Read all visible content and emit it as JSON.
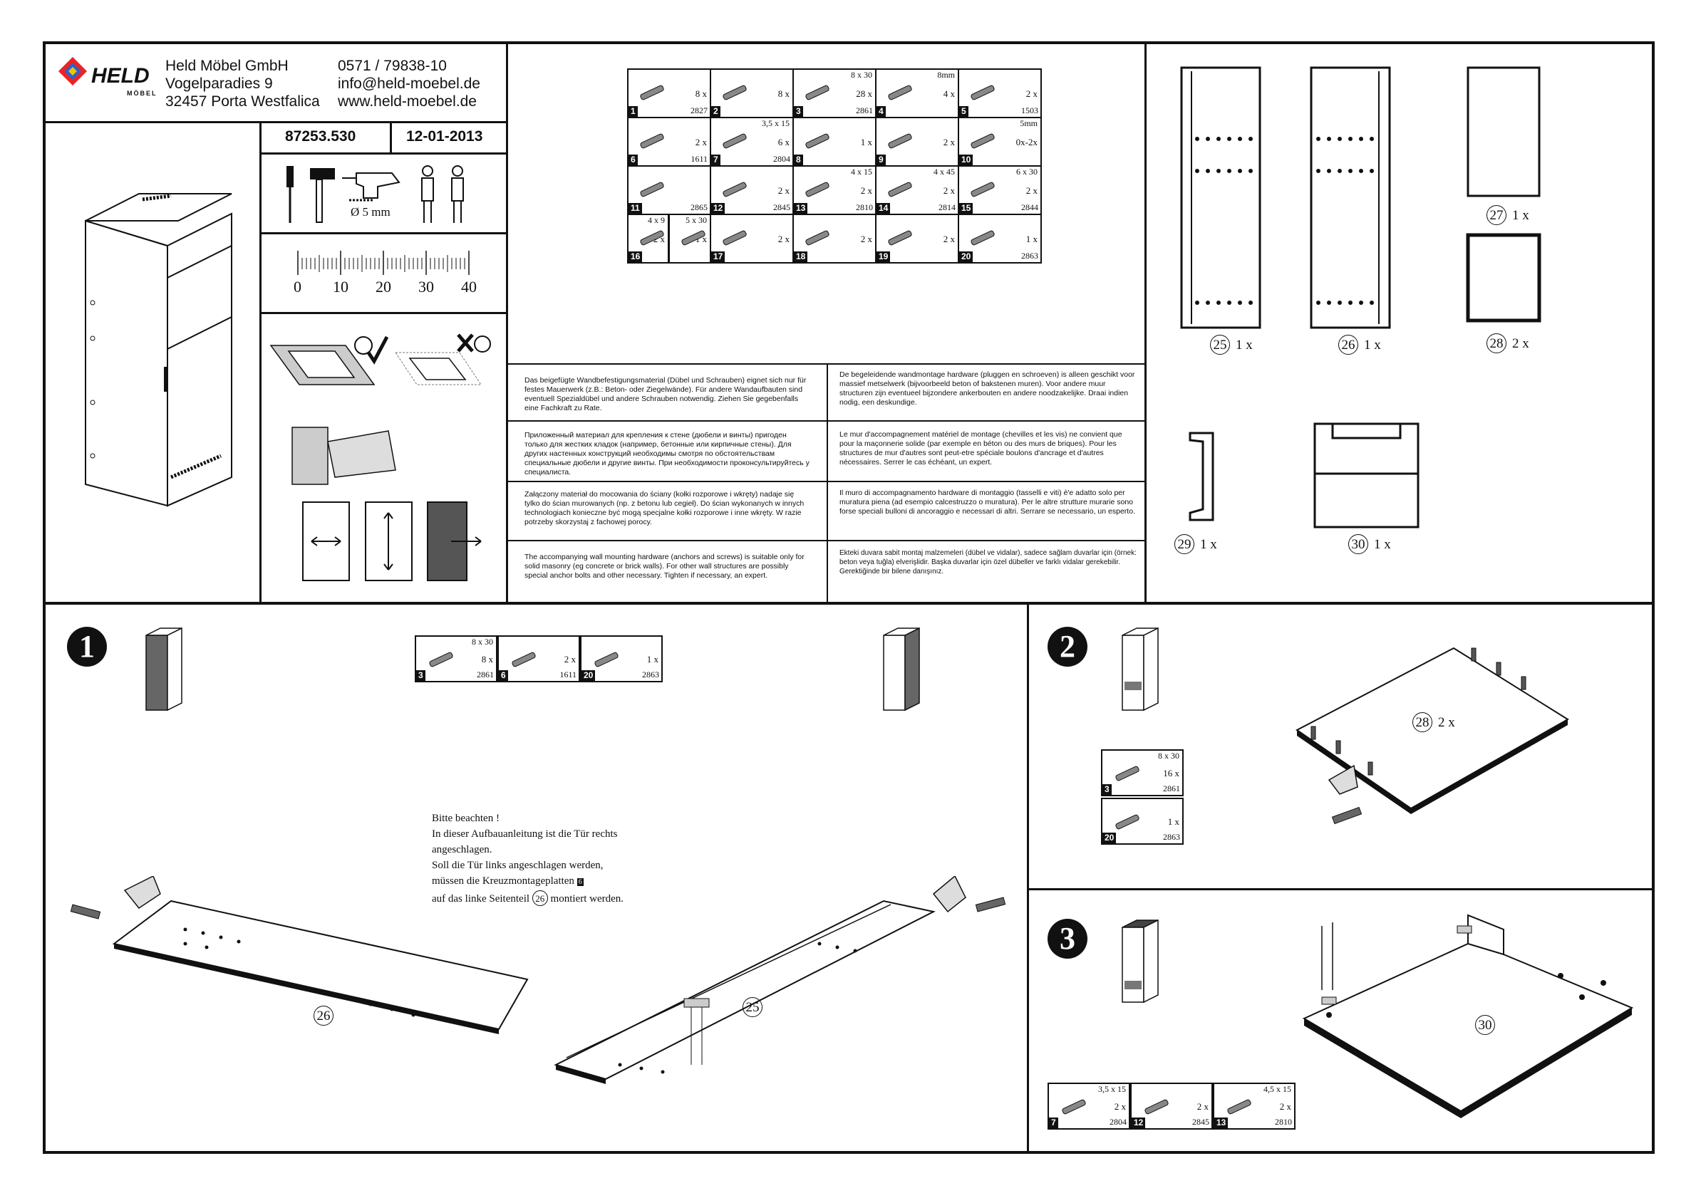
{
  "company": {
    "name": "Held Möbel GmbH",
    "street": "Vogelparadies 9",
    "city": "32457 Porta Westfalica",
    "phone": "0571 / 79838-10",
    "email": "info@held-moebel.de",
    "web": "www.held-moebel.de",
    "logo_text": "HELD",
    "logo_sub": "MÖBEL"
  },
  "header": {
    "article": "87253.530",
    "date": "12-01-2013"
  },
  "tools": {
    "drill_size": "Ø 5 mm"
  },
  "ruler": {
    "labels": [
      "0",
      "10",
      "20",
      "30",
      "40"
    ]
  },
  "parts": [
    {
      "num": "1",
      "qty": "8 x",
      "code": "2827",
      "size": ""
    },
    {
      "num": "2",
      "qty": "8 x",
      "code": "",
      "size": ""
    },
    {
      "num": "3",
      "qty": "28 x",
      "code": "2861",
      "size": "8 x 30"
    },
    {
      "num": "4",
      "qty": "4 x",
      "code": "",
      "size": "8mm"
    },
    {
      "num": "5",
      "qty": "2 x",
      "code": "1503",
      "size": ""
    },
    {
      "num": "6",
      "qty": "2 x",
      "code": "1611",
      "size": ""
    },
    {
      "num": "7",
      "qty": "6 x",
      "code": "2804",
      "size": "3,5 x 15"
    },
    {
      "num": "8",
      "qty": "1 x",
      "code": "",
      "size": ""
    },
    {
      "num": "9",
      "qty": "2 x",
      "code": "",
      "size": ""
    },
    {
      "num": "10",
      "qty": "0x-2x",
      "code": "",
      "size": "5mm"
    },
    {
      "num": "11",
      "qty": "",
      "code": "2865",
      "size": ""
    },
    {
      "num": "12",
      "qty": "2 x",
      "code": "2845",
      "size": ""
    },
    {
      "num": "13",
      "qty": "2 x",
      "code": "2810",
      "size": "4 x 15"
    },
    {
      "num": "14",
      "qty": "2 x",
      "code": "2814",
      "size": "4 x 45"
    },
    {
      "num": "15",
      "qty": "2 x",
      "code": "2844",
      "size": "6 x 30"
    },
    {
      "num": "16",
      "qty": "2 x",
      "code": "",
      "size": "4 x 9"
    },
    {
      "num": "16b",
      "qty": "1 x",
      "code": "",
      "size": "5 x 30"
    },
    {
      "num": "17",
      "qty": "2 x",
      "code": "",
      "size": ""
    },
    {
      "num": "18",
      "qty": "2 x",
      "code": "",
      "size": ""
    },
    {
      "num": "19",
      "qty": "2 x",
      "code": "",
      "size": ""
    },
    {
      "num": "20",
      "qty": "1 x",
      "code": "2863",
      "size": ""
    }
  ],
  "notices": {
    "de": "Das beigefügte Wandbefestigungsmaterial (Dübel und Schrauben) eignet sich nur für festes Mauerwerk (z.B.: Beton- oder Ziegelwände). Für andere Wandaufbauten sind eventuell Spezialdübel und andere Schrauben notwendig. Ziehen Sie gegebenfalls eine Fachkraft zu Rate.",
    "nl": "De begeleidende wandmontage hardware (pluggen en schroeven) is alleen geschikt voor massief metselwerk (bijvoorbeeld beton of bakstenen muren). Voor andere muur structuren zijn eventueel bijzondere ankerbouten en andere noodzakelijke. Draai indien nodig, een deskundige.",
    "ru": "Приложенный материал для крепления к стене (дюбели и винты) пригоден только для жестких кладок (например, бетонные или кирпичные стены). Для других настенных конструкций необходимы смотря по обстоятельствам специальные дюбели и другие винты. При необходимости проконсультируйтесь у специалиста.",
    "fr": "Le mur d'accompagnement matériel de montage (chevilles et les vis) ne convient que pour la maçonnerie solide (par exemple en béton ou des murs de briques). Pour les structures de mur d'autres sont peut-etre spéciale boulons d'ancrage et d'autres nécessaires. Serrer le cas échéant, un expert.",
    "pl": "Załączony materiał do mocowania do ściany (kołki rozporowe i wkręty) nadaje się tylko do ścian murowanych (np. z betonu lub cegieł). Do ścian wykonanych w innych technologiach konieczne być mogą specjalne kołki rozporowe i inne wkręty. W razie potrzeby skorzystaj z fachowej porocy.",
    "it": "Il muro di accompagnamento hardware di montaggio (tasselli e viti) è'e adatto solo per muratura piena (ad esempio calcestruzzo o muratura). Per le altre strutture murarie sono forse speciali bulloni di ancoraggio e necessari di altri. Serrare se necessario, un esperto.",
    "en": "The accompanying wall mounting hardware (anchors and screws) is suitable only for solid masonry (eg concrete or brick walls). For other wall structures are possibly special anchor bolts and other necessary. Tighten if necessary, an expert.",
    "tr": "Ekteki duvara sabit montaj malzemeleri (dübel ve vidalar), sadece sağlam duvarlar için (örnek: beton veya tuğla) elverişlidir. Başka duvarlar için özel dübeller ve farklı vidalar gerekebilir. Gerektiğinde bir bilene danışınız."
  },
  "panels": {
    "p25": {
      "num": "25",
      "qty": "1 x"
    },
    "p26": {
      "num": "26",
      "qty": "1 x"
    },
    "p27": {
      "num": "27",
      "qty": "1 x"
    },
    "p28": {
      "num": "28",
      "qty": "2 x"
    },
    "p29": {
      "num": "29",
      "qty": "1 x"
    },
    "p30": {
      "num": "30",
      "qty": "1 x"
    }
  },
  "steps": {
    "s1": {
      "number": "1",
      "parts": [
        {
          "num": "3",
          "qty": "8 x",
          "code": "2861",
          "size": "8 x 30"
        },
        {
          "num": "6",
          "qty": "2 x",
          "code": "1611",
          "size": ""
        },
        {
          "num": "20",
          "qty": "1 x",
          "code": "2863",
          "size": ""
        }
      ],
      "note_lines": [
        "Bitte beachten !",
        "In dieser Aufbauanleitung ist die Tür rechts",
        "angeschlagen.",
        "Soll  die Tür links angeschlagen werden,",
        "müssen die Kreuzmontageplatten",
        "auf das linke Seitenteil",
        "montiert werden."
      ],
      "note_ref_part": "6",
      "note_ref_panel": "26",
      "panel_left": "26",
      "panel_right": "25"
    },
    "s2": {
      "number": "2",
      "parts": [
        {
          "num": "3",
          "qty": "16 x",
          "code": "2861",
          "size": "8 x 30"
        },
        {
          "num": "20",
          "qty": "1 x",
          "code": "2863",
          "size": ""
        }
      ],
      "panel": "28",
      "panel_qty": "2 x"
    },
    "s3": {
      "number": "3",
      "parts": [
        {
          "num": "7",
          "qty": "2 x",
          "code": "2804",
          "size": "3,5 x 15"
        },
        {
          "num": "12",
          "qty": "2 x",
          "code": "2845",
          "size": ""
        },
        {
          "num": "13",
          "qty": "2 x",
          "code": "2810",
          "size": "4,5 x 15"
        }
      ],
      "panel": "30"
    }
  }
}
